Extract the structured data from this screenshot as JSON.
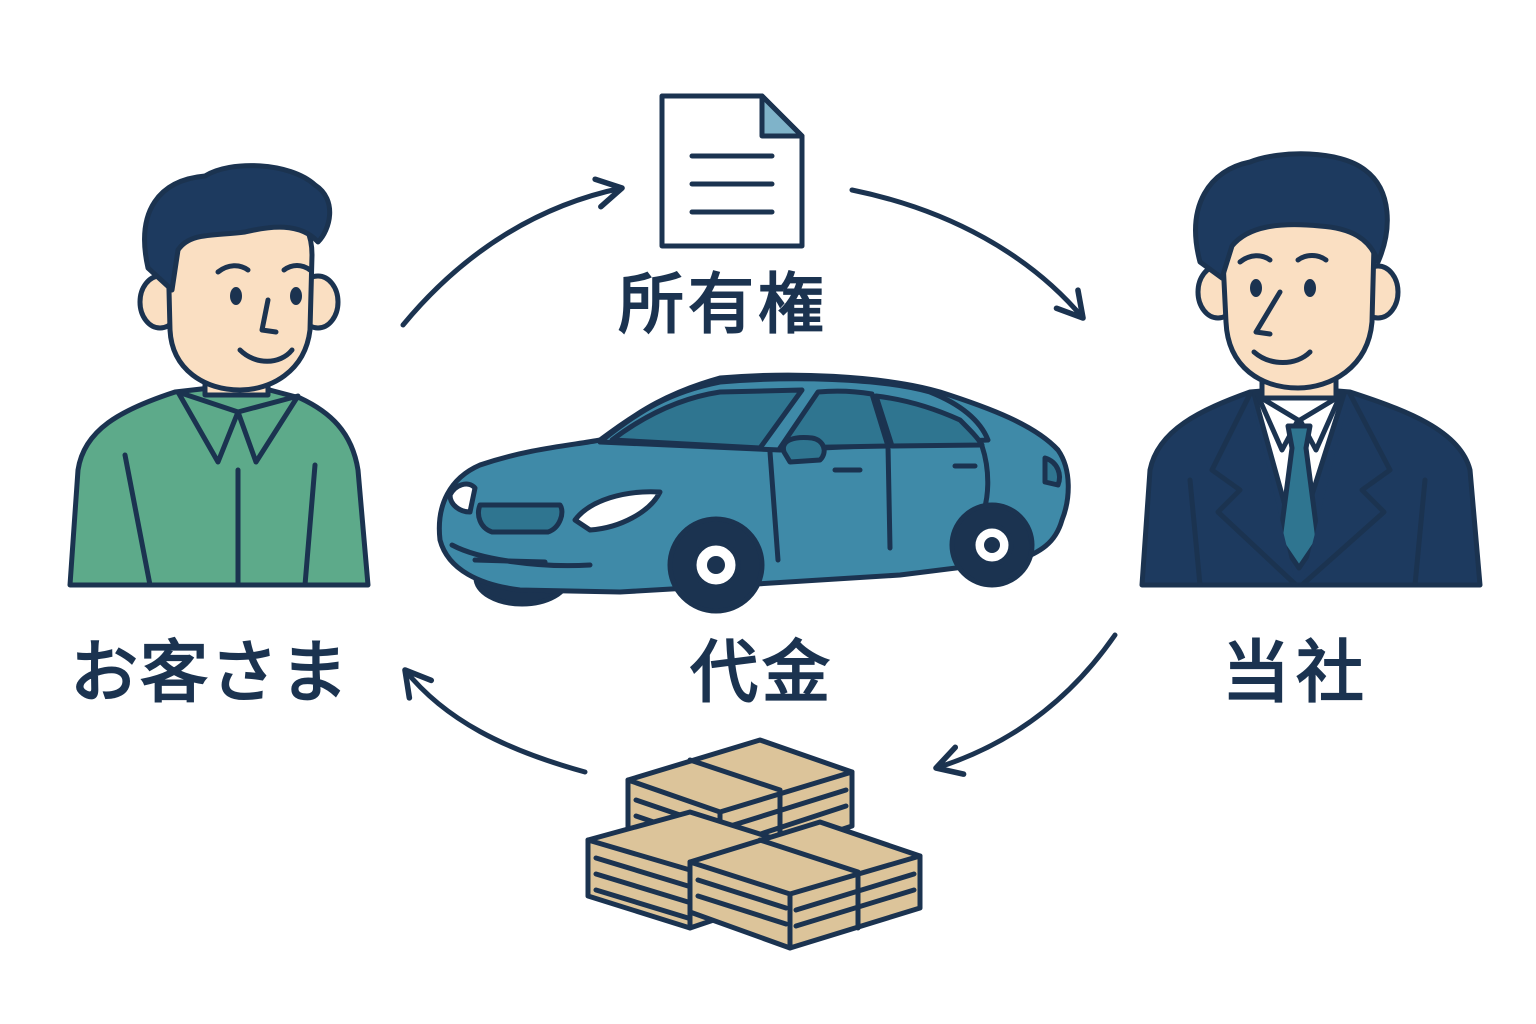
{
  "labels": {
    "customer": "お客さま",
    "company": "当社",
    "ownership": "所有権",
    "payment": "代金"
  },
  "icons": {
    "customer": "customer-person-icon",
    "company": "businessman-icon",
    "document": "document-icon",
    "car": "car-icon",
    "money": "money-stack-icon"
  },
  "colors": {
    "outline": "#1b3350",
    "car_body": "#3f8aa8",
    "car_window": "#2f7590",
    "customer_shirt": "#5daa8a",
    "suit": "#1d3a5f",
    "tie": "#2f7590",
    "skin": "#fadfc2",
    "hair": "#1d3a5f",
    "money": "#dcc49a",
    "doc_corner": "#7fb3c9"
  }
}
